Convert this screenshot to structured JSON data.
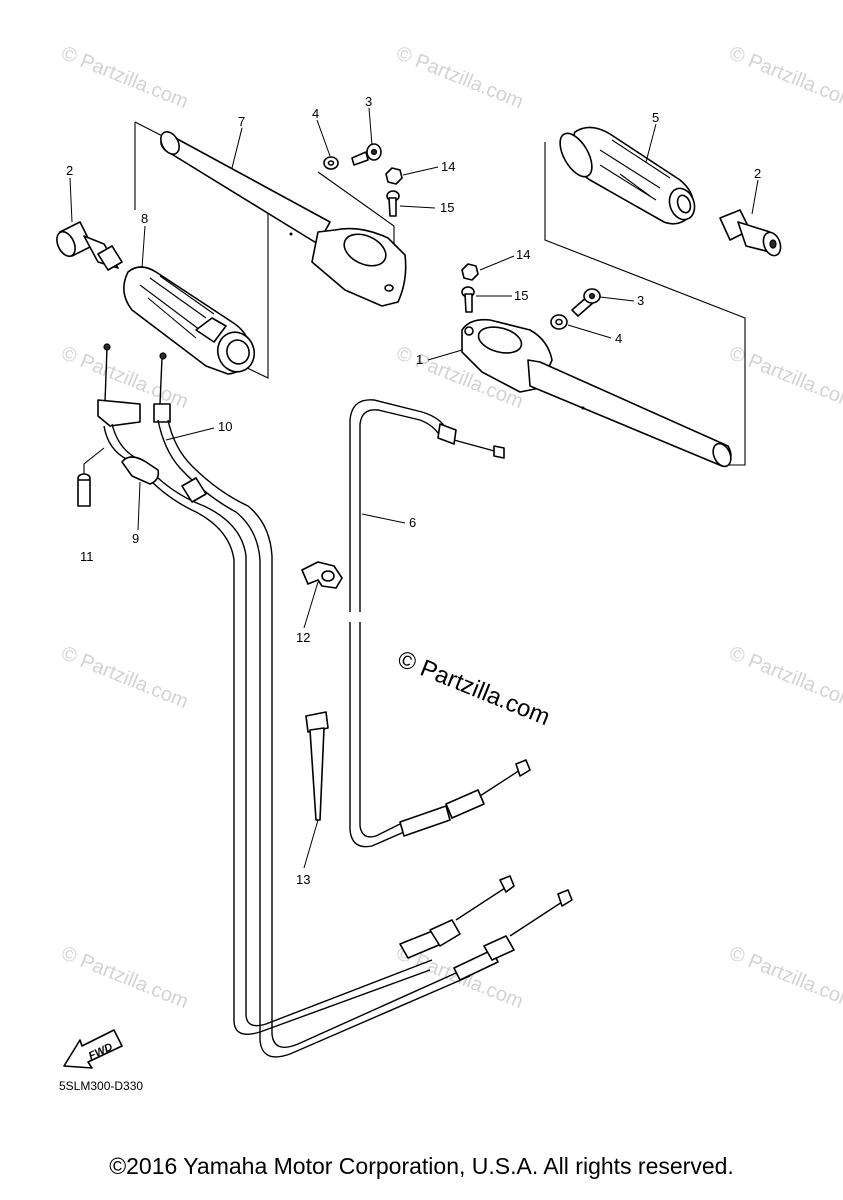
{
  "diagram": {
    "callouts": [
      "1",
      "2",
      "3",
      "4",
      "5",
      "6",
      "7",
      "8",
      "9",
      "10",
      "11",
      "12",
      "13",
      "14",
      "15"
    ],
    "watermark": "© Partzilla.com",
    "center_watermark": "© Partzilla.com",
    "diagram_code": "5SLM300-D330",
    "fwd_label": "FWD"
  },
  "footer": {
    "copyright": "©2016 Yamaha Motor Corporation, U.S.A. All rights reserved."
  }
}
